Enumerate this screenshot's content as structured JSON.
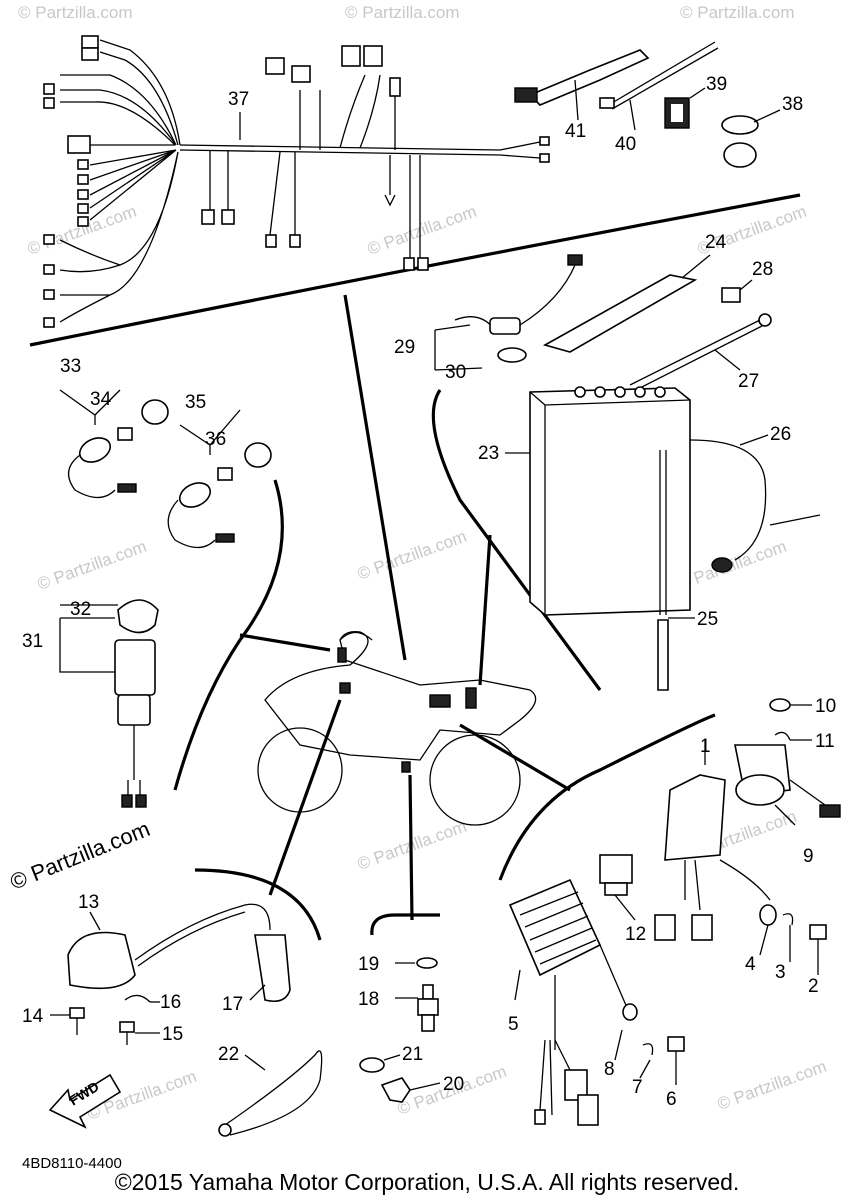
{
  "diagram": {
    "callouts": [
      "1",
      "2",
      "3",
      "4",
      "5",
      "6",
      "7",
      "8",
      "9",
      "10",
      "11",
      "12",
      "13",
      "14",
      "15",
      "16",
      "17",
      "18",
      "19",
      "20",
      "21",
      "22",
      "23",
      "24",
      "25",
      "26",
      "27",
      "28",
      "29",
      "30",
      "31",
      "32",
      "33",
      "34",
      "35",
      "36",
      "37",
      "38",
      "39",
      "40",
      "41"
    ],
    "part_code": "4BD8110-4400",
    "fwd_label": "FWD",
    "watermark": "© Partzilla.com",
    "copyright": "©2015 Yamaha Motor Corporation, U.S.A. All rights reserved."
  }
}
